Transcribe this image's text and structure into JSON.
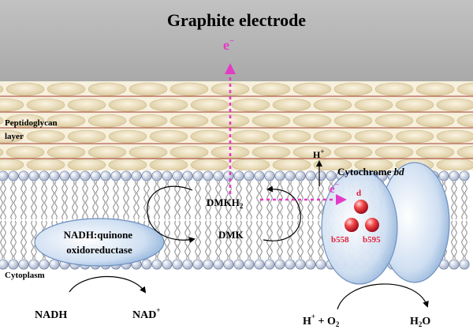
{
  "electrode": {
    "title": "Graphite electrode"
  },
  "electron": {
    "symbol": "e",
    "charge": "−"
  },
  "layers": {
    "peptidoglycan_line1": "Peptidoglycan",
    "peptidoglycan_line2": "layer",
    "cytoplasm": "Cytoplasm"
  },
  "molecules": {
    "dmkh2": "DMKH",
    "dmkh2_sub": "2",
    "dmk": "DMK",
    "proton": "H",
    "proton_sup": "+",
    "nadh": "NADH",
    "nad": "NAD",
    "nad_sup": "+",
    "h_plus": "H",
    "h_plus_sup": "+",
    "plus": " + O",
    "o2_sub": "2",
    "water_h": "H",
    "water_sub": "2",
    "water_o": "O"
  },
  "enzymes": {
    "nadh_quinone_line1": "NADH:quinone",
    "nadh_quinone_line2": "oxidoreductase",
    "cytochrome": "Cytochrome ",
    "cytochrome_italic": "bd",
    "heme_d": "d",
    "heme_b558": "b558",
    "heme_b595": "b595"
  },
  "colors": {
    "electrode": "#b7b7b7",
    "peptidoglycan_fill": "#ede3c8",
    "peptidoglycan_line": "#a23a2a",
    "membrane_head": "#cfd6e6",
    "electron_path": "#e33bc6",
    "heme": "#e0203a",
    "protein": "#c9dbf0"
  }
}
